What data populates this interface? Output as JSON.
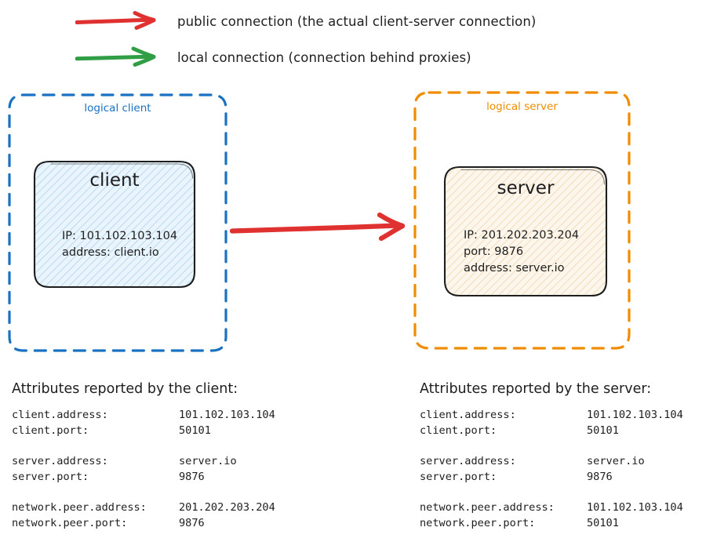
{
  "legend": {
    "items": [
      {
        "icon": "arrow-right-icon",
        "color": "#e03131",
        "label": "public connection (the actual client-server connection)"
      },
      {
        "icon": "arrow-right-icon",
        "color": "#2f9e44",
        "label": "local connection (connection behind proxies)"
      }
    ]
  },
  "diagram": {
    "main_arrow": {
      "icon": "arrow-right-icon",
      "color": "#e03131",
      "from": "client",
      "to": "server"
    },
    "groups": [
      {
        "id": "client",
        "title": "logical client",
        "border_color": "#1971c2",
        "node": {
          "title": "client",
          "fill": "#e7f2fb",
          "hatch": "#8ec5ec",
          "stroke": "#1e1e1e",
          "lines": [
            "IP: 101.102.103.104",
            "address: client.io"
          ]
        }
      },
      {
        "id": "server",
        "title": "logical server",
        "border_color": "#f08c00",
        "node": {
          "title": "server",
          "fill": "#fdf4e7",
          "hatch": "#f0c38a",
          "stroke": "#1e1e1e",
          "lines": [
            "IP: 201.202.203.204",
            "port: 9876",
            "address: server.io"
          ]
        }
      }
    ]
  },
  "attributes": {
    "client_panel": {
      "heading": "Attributes reported by the client:",
      "groups": [
        [
          {
            "key": "client.address:",
            "value": "101.102.103.104"
          },
          {
            "key": "client.port:",
            "value": "50101"
          }
        ],
        [
          {
            "key": "server.address:",
            "value": "server.io"
          },
          {
            "key": "server.port:",
            "value": "9876"
          }
        ],
        [
          {
            "key": "network.peer.address:",
            "value": "201.202.203.204"
          },
          {
            "key": "network.peer.port:",
            "value": "9876"
          }
        ]
      ]
    },
    "server_panel": {
      "heading": "Attributes reported by the server:",
      "groups": [
        [
          {
            "key": "client.address:",
            "value": "101.102.103.104"
          },
          {
            "key": "client.port:",
            "value": "50101"
          }
        ],
        [
          {
            "key": "server.address:",
            "value": "server.io"
          },
          {
            "key": "server.port:",
            "value": "9876"
          }
        ],
        [
          {
            "key": "network.peer.address:",
            "value": "101.102.103.104"
          },
          {
            "key": "network.peer.port:",
            "value": "50101"
          }
        ]
      ]
    }
  }
}
